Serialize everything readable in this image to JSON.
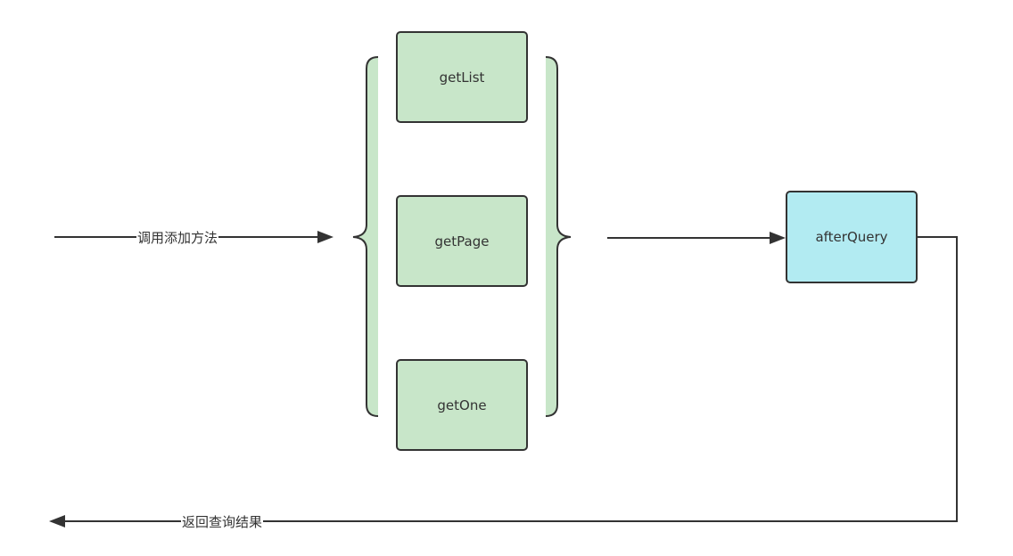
{
  "colors": {
    "method_fill": "#c8e6c9",
    "hook_fill": "#b2ebf2",
    "stroke": "#333333",
    "group_fill": "#c8e6c9"
  },
  "nodes": {
    "get_list": "getList",
    "get_page": "getPage",
    "get_one": "getOne",
    "after_query": "afterQuery"
  },
  "edges": {
    "call_label": "调用添加方法",
    "return_label": "返回查询结果"
  }
}
